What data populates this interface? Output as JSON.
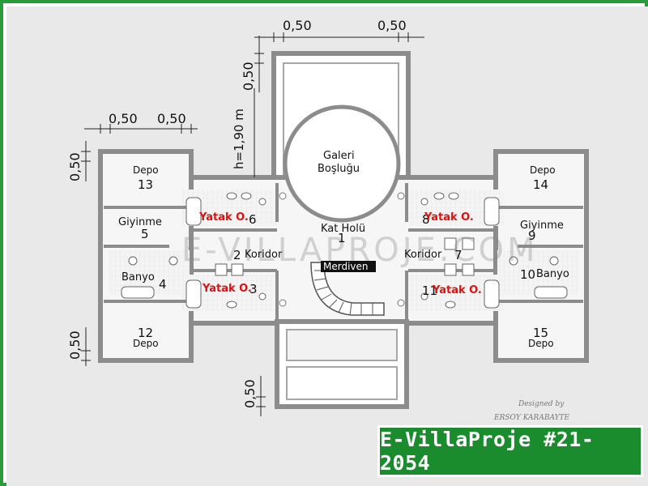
{
  "rooms": {
    "galeri": {
      "name": "Galeri",
      "name2": "Boşluğu"
    },
    "kat_holu": {
      "name": "Kat Holü",
      "num": "1"
    },
    "koridor_left": {
      "num": "2",
      "name": "Koridor"
    },
    "koridor_right": {
      "name": "Koridor",
      "num": "7"
    },
    "merdiven": {
      "name": "Merdiven"
    },
    "depo_13": {
      "name": "Depo",
      "num": "13"
    },
    "depo_14": {
      "name": "Depo",
      "num": "14"
    },
    "depo_12": {
      "num": "12",
      "name": "Depo"
    },
    "depo_15": {
      "num": "15",
      "name": "Depo"
    },
    "giyinme_5": {
      "name": "Giyinme",
      "num": "5"
    },
    "giyinme_9": {
      "name": "Giyinme",
      "num": "9"
    },
    "banyo_4": {
      "name": "Banyo",
      "num": "4"
    },
    "banyo_10": {
      "num": "10",
      "name": "Banyo"
    },
    "yatak_6": {
      "name": "Yatak O.",
      "num": "6"
    },
    "yatak_3": {
      "name": "Yatak O.",
      "num": "3"
    },
    "yatak_8": {
      "num": "8",
      "name": "Yatak O."
    },
    "yatak_11": {
      "num": "11",
      "name": "Yatak O."
    }
  },
  "dimensions": {
    "top_left": "0,50",
    "top_right": "0,50",
    "top_vertical": "0,50",
    "left_a": "0,50",
    "left_b": "0,50",
    "left_vertical_top": "0,50",
    "left_vertical_bottom": "0,50",
    "height": "h=1,90 m",
    "bottom_vertical": "0,50"
  },
  "watermark": "E-VILLAPROJE.COM",
  "signature": {
    "line1": "Designed by",
    "line2": "ERSOY KARABAYTE"
  },
  "title": "E-VillaProje #21-2054",
  "colors": {
    "border": "#2a9a3a",
    "banner": "#1b8c2e",
    "wall": "#8c8c8c",
    "room_label": "#e01010"
  }
}
